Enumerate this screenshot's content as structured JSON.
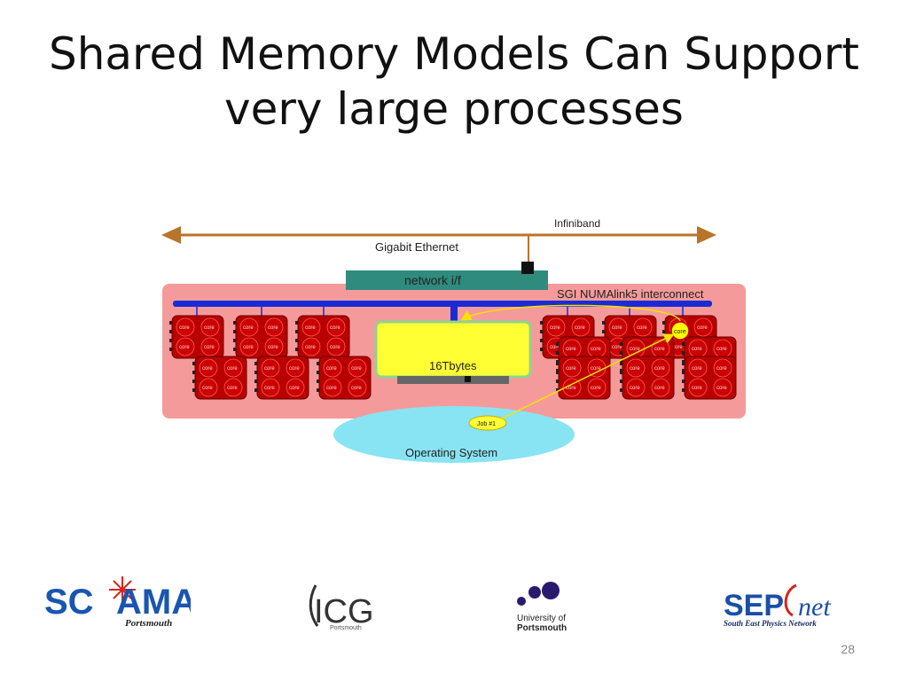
{
  "slide": {
    "title_line1": "Shared Memory Models Can Support",
    "title_line2": "very large processes",
    "page_number": "28"
  },
  "diagram": {
    "infiniband_label": "Infiniband",
    "gigabit_label": "Gigabit Ethernet",
    "network_if_label": "network i/f",
    "numalink_label": "SGI NUMAlink5 interconnect",
    "memory_label": "16Tbytes",
    "os_label": "Operating System",
    "job_label": "Job #1",
    "core_label": "core",
    "highlighted_core_label": "core"
  },
  "logos": {
    "scama": {
      "sc": "SC",
      "ama": "AMA",
      "sub": "Portsmouth"
    },
    "icg": {
      "main": "ICG",
      "sub": "Portsmouth"
    },
    "uop": {
      "line1": "University of",
      "line2": "Portsmouth"
    },
    "sepnet": {
      "sep": "SEP",
      "net": "net",
      "sub": "South East Physics Network"
    }
  },
  "colors": {
    "chassis": "#f59a9a",
    "bus": "#1a2bd6",
    "core_red": "#cc0000",
    "memory_yellow": "#ffff33",
    "network_teal": "#2e8b7e",
    "os_cyan": "#88e4f2",
    "arrow_orange": "#b8742a"
  }
}
